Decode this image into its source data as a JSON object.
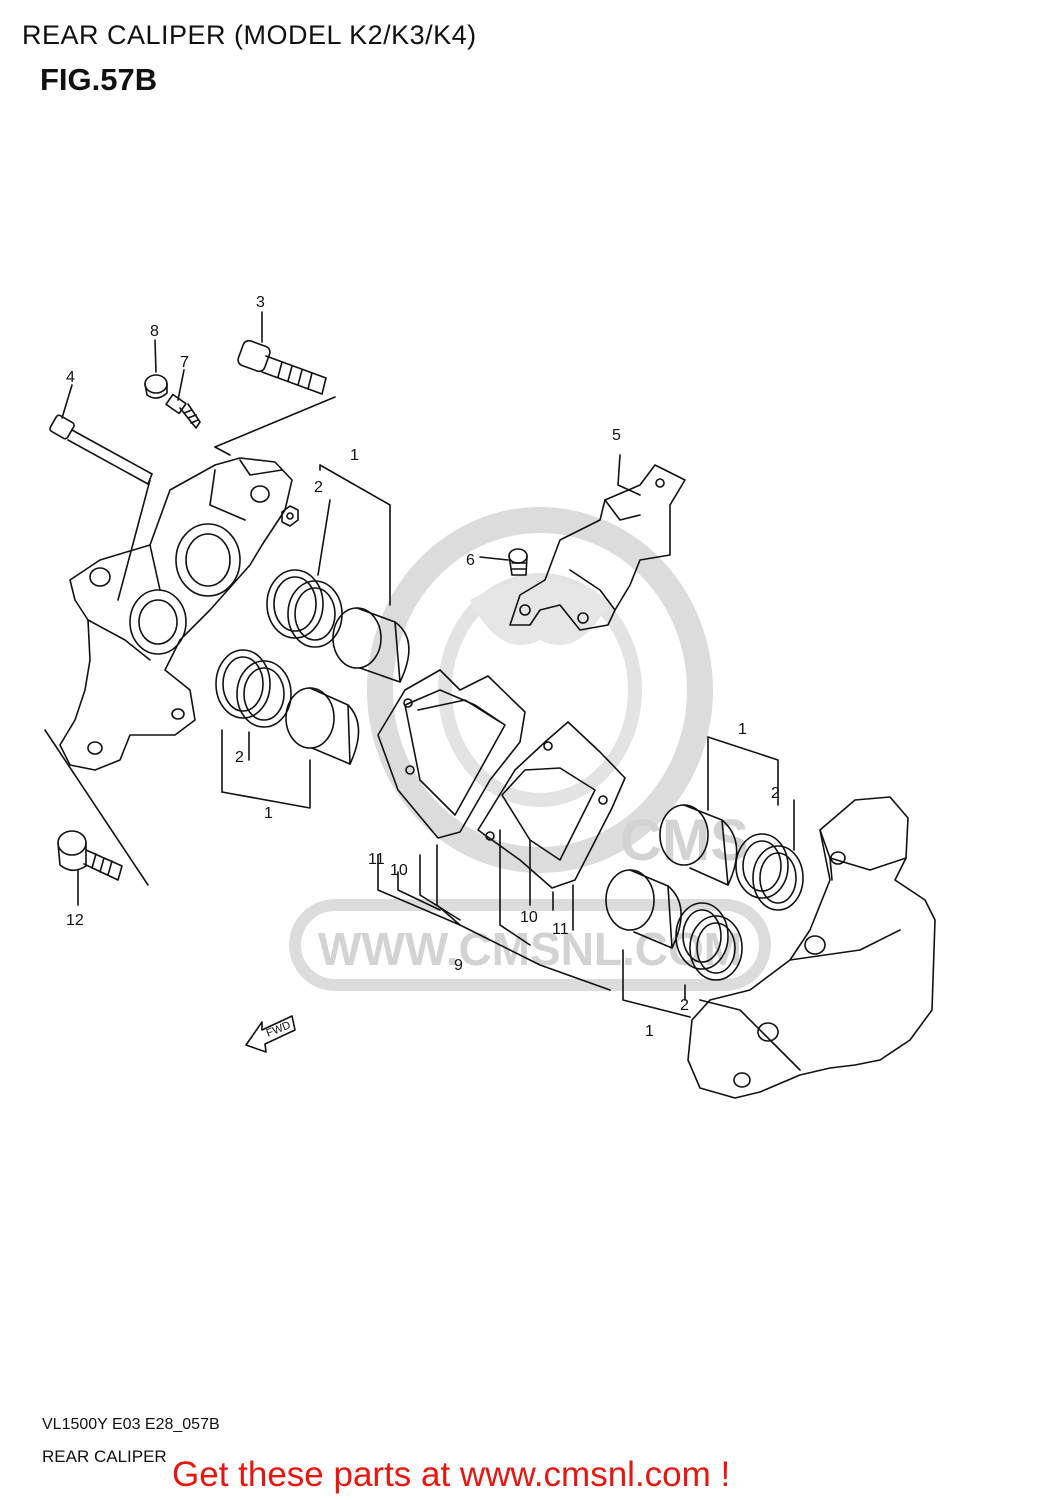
{
  "header": {
    "title": "REAR CALIPER (MODEL K2/K3/K4)",
    "figure": "FIG.57B"
  },
  "callouts": {
    "c1a": "1",
    "c1b": "1",
    "c1c": "1",
    "c1d": "1",
    "c2a": "2",
    "c2b": "2",
    "c2c": "2",
    "c2d": "2",
    "c3": "3",
    "c4": "4",
    "c5": "5",
    "c6": "6",
    "c7": "7",
    "c8": "8",
    "c9": "9",
    "c10a": "10",
    "c10b": "10",
    "c11a": "11",
    "c11b": "11",
    "c12": "12"
  },
  "watermark": {
    "logo": "CMS",
    "url": "WWW.CMSNL.COM"
  },
  "fwd_marker": "FWD",
  "footer": {
    "code": "VL1500Y E03 E28_057B",
    "name": "REAR CALIPER",
    "link": "Get these parts at www.cmsnl.com !"
  },
  "colors": {
    "line": "#111111",
    "watermark": "#d3d3d3",
    "link": "#e8160e"
  }
}
